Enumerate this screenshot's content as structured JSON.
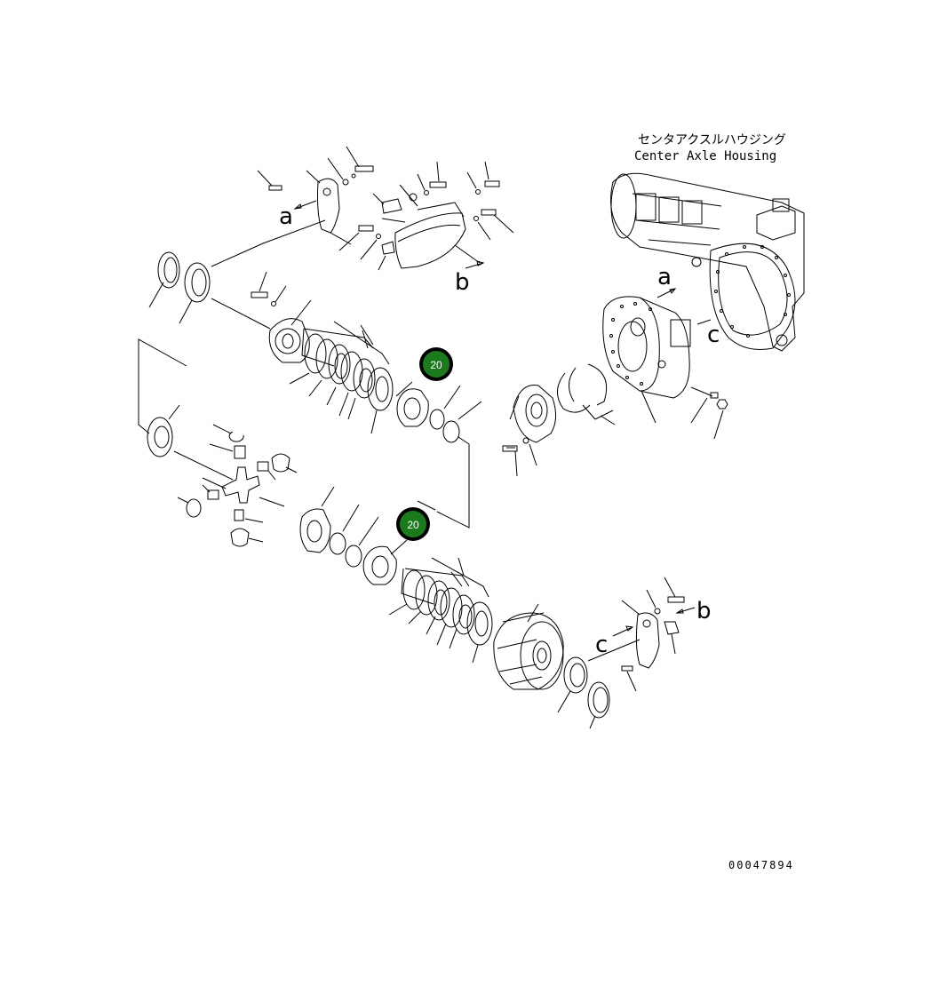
{
  "housing_label": {
    "jp": "センタアクスルハウジング",
    "en": "Center Axle Housing"
  },
  "ref_letters": {
    "a": "a",
    "b": "b",
    "c": "c"
  },
  "callouts": [
    {
      "number": "20"
    },
    {
      "number": "20"
    }
  ],
  "drawing_code": "00047894",
  "colors": {
    "callout_fill": "#1b7a1b",
    "callout_text": "#ffffff",
    "line": "#000000",
    "background": "#ffffff"
  }
}
